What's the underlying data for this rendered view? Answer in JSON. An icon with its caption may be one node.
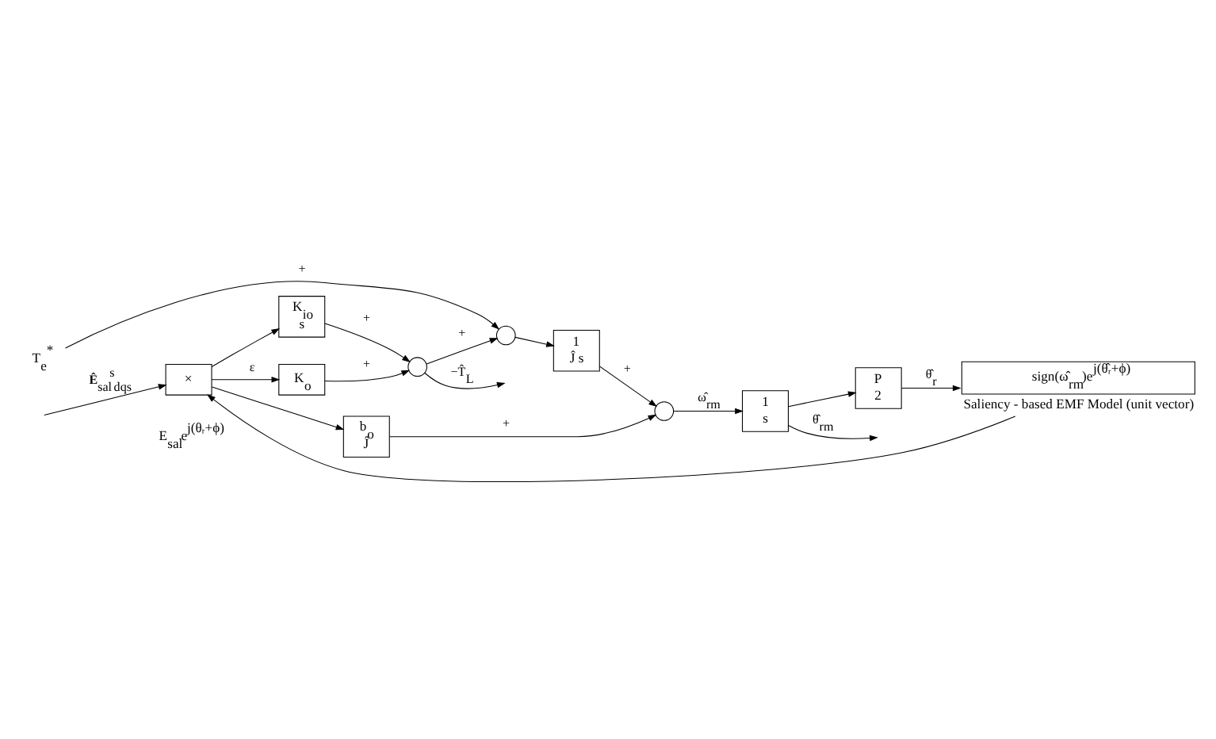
{
  "diagram": {
    "nodes": [
      {
        "text": [
          "×"
        ]
      },
      {
        "text": [
          "K$_{io}$",
          "s"
        ]
      },
      {
        "text": [
          "K$_{o}$"
        ]
      },
      {
        "text": [
          "b$_{o}$",
          "Ĵ"
        ]
      },
      {
        "text": [],
        "shape": "circle"
      },
      {
        "text": [],
        "shape": "circle"
      },
      {
        "text": [
          "1",
          "Ĵ s"
        ]
      },
      {
        "text": [],
        "shape": "circle"
      },
      {
        "text": [
          "1",
          "s"
        ]
      },
      {
        "text": [
          "P",
          "2"
        ]
      },
      {
        "text": [
          "sign(ω̂$_{rm}$)e$^{j(θ̂ᵣ+ϕ)}$"
        ],
        "beside": [
          "Saliency - based EMF Model (unit vector)"
        ]
      },
      {
        "text": [
          "T$_{e}$$^{*}$"
        ]
      }
    ],
    "edges": [
      {
        "from": null,
        "to": 0,
        "arrow": "to",
        "label": "**Ê**$_{sal}$$^{s}$$_{dqs}$"
      },
      {
        "from": 0,
        "to": 1,
        "arrow": "to"
      },
      {
        "from": 0,
        "to": 2,
        "arrow": "to",
        "label": "ε"
      },
      {
        "from": 0,
        "to": 3,
        "arrow": "to"
      },
      {
        "from": 1,
        "to": 4,
        "arrow": "to",
        "label": "+"
      },
      {
        "from": 2,
        "to": 4,
        "arrow": "to",
        "label": "+"
      },
      {
        "from": 4,
        "to": 5,
        "arrow": "to",
        "label": "+"
      },
      {
        "from": 11,
        "to": 5,
        "arrow": "to",
        "label": "+"
      },
      {
        "from": 5,
        "to": 6,
        "arrow": "to"
      },
      {
        "from": 6,
        "to": 7,
        "arrow": "to",
        "label": "+"
      },
      {
        "from": 3,
        "to": 7,
        "arrow": "to",
        "label": "+"
      },
      {
        "from": 7,
        "to": 8,
        "arrow": "to",
        "label": "ω̂$_{rm}$"
      },
      {
        "from": 8,
        "to": null,
        "arrow": "to",
        "label": "θ̂$_{rm}$"
      },
      {
        "from": 8,
        "to": 9,
        "arrow": "to"
      },
      {
        "from": 9,
        "to": 10,
        "arrow": "to",
        "label": "θ̂$_{r}$"
      },
      {
        "from": 10,
        "to": 0,
        "arrow": "to"
      },
      {
        "from": 4,
        "to": null,
        "arrow": "to",
        "label": "−T̂$_{L}$"
      }
    ],
    "labels": [
      "E$_{sal}$e$^{j(θᵣ+ϕ)}$"
    ]
  }
}
